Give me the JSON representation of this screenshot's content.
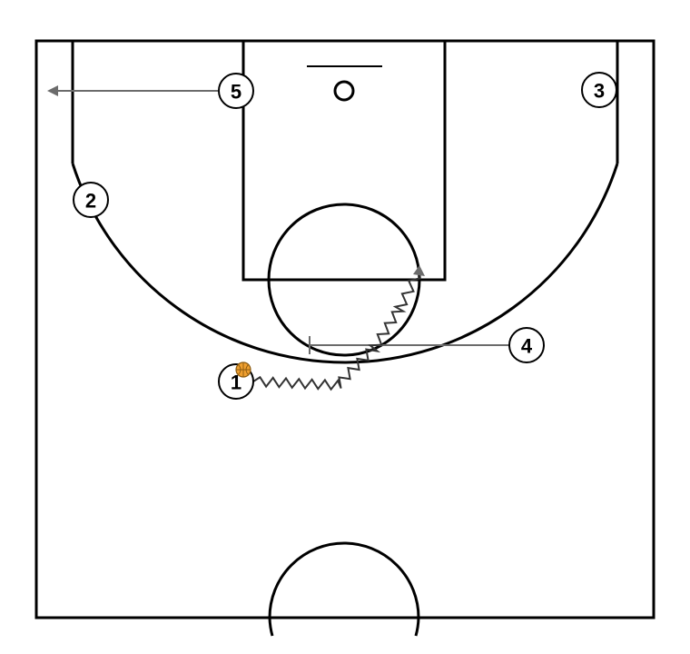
{
  "colors": {
    "court_lines": "#000000",
    "movement_arrow": "#6b6b6b",
    "dribble_path": "#333333",
    "ball": "#f0a030",
    "background": "#ffffff"
  },
  "players": [
    {
      "id": "p1",
      "number": "1"
    },
    {
      "id": "p2",
      "number": "2"
    },
    {
      "id": "p3",
      "number": "3"
    },
    {
      "id": "p4",
      "number": "4"
    },
    {
      "id": "p5",
      "number": "5"
    }
  ],
  "actions": [
    {
      "type": "cut",
      "player": "5",
      "style": "arrow"
    },
    {
      "type": "screen",
      "player": "4",
      "style": "screen-bar"
    },
    {
      "type": "dribble",
      "player": "1",
      "style": "zigzag-arrow"
    }
  ],
  "ball": {
    "holder": "1",
    "icon": "basketball-icon"
  }
}
